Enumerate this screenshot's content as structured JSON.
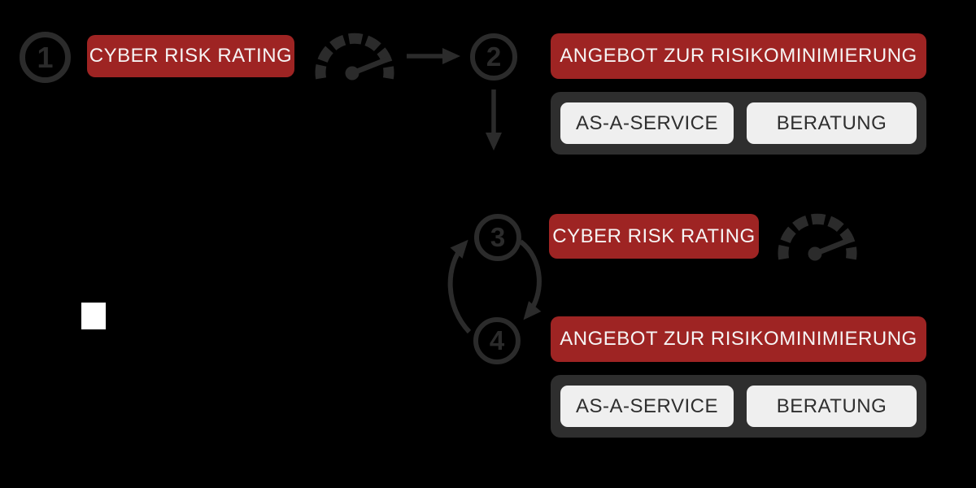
{
  "colors": {
    "background": "#000000",
    "dark_gray": "#2b2b2b",
    "container_gray": "#2e2e2e",
    "accent_red": "#9e2423",
    "light_button": "#efefef",
    "light_text": "#f6f4f4",
    "dark_text": "#2f2f2f"
  },
  "flow": {
    "step1": {
      "number": "1",
      "label": "CYBER RISK RATING"
    },
    "step2": {
      "number": "2",
      "header": "ANGEBOT ZUR RISIKOMINIMIERUNG",
      "option1": "AS-A-SERVICE",
      "option2": "BERATUNG"
    },
    "step3": {
      "number": "3",
      "label": "CYBER RISK RATING"
    },
    "step4": {
      "number": "4",
      "header": "ANGEBOT ZUR RISIKOMINIMIERUNG",
      "option1": "AS-A-SERVICE",
      "option2": "BERATUNG"
    }
  },
  "icons": {
    "gauge": "speedometer-gauge-icon",
    "arrow_right": "right-arrow-icon",
    "arrow_down": "down-arrow-icon",
    "cycle_up": "cycle-arrow-up-icon",
    "cycle_down": "cycle-arrow-down-icon"
  }
}
